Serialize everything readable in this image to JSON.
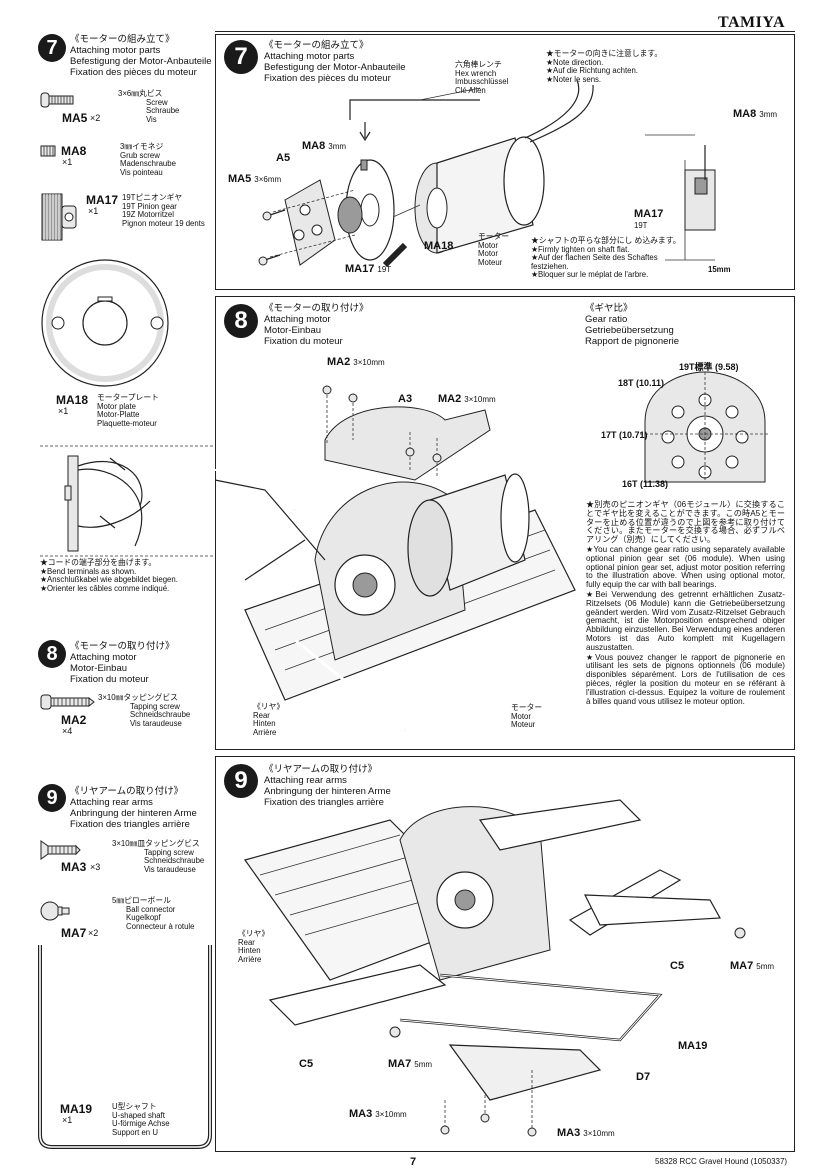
{
  "header": {
    "brand": "TAMIYA"
  },
  "footer": {
    "page_number": "7",
    "product": "58328  RCC Gravel Hound (1050337)"
  },
  "steps": {
    "s7": {
      "number": "7",
      "title_ja": "《モーターの組み立て》",
      "title_en": "Attaching motor parts",
      "title_de": "Befestigung der Motor-Anbauteile",
      "title_fr": "Fixation des pièces du moteur"
    },
    "s8": {
      "number": "8",
      "title_ja": "《モーターの取り付け》",
      "title_en": "Attaching motor",
      "title_de": "Motor-Einbau",
      "title_fr": "Fixation du moteur"
    },
    "s9": {
      "number": "9",
      "title_ja": "《リヤアームの取り付け》",
      "title_en": "Attaching rear arms",
      "title_de": "Anbringung der hinteren Arme",
      "title_fr": "Fixation des triangles arrière"
    }
  },
  "parts": {
    "ma5": {
      "code": "MA5",
      "qty": "×2",
      "ja": "3×6㎜丸ビス",
      "en": "Screw",
      "de": "Schraube",
      "fr": "Vis"
    },
    "ma8": {
      "code": "MA8",
      "qty": "×1",
      "ja": "3㎜イモネジ",
      "en": "Grub screw",
      "de": "Madenschraube",
      "fr": "Vis pointeau"
    },
    "ma17": {
      "code": "MA17",
      "qty": "×1",
      "ja": "19Tピニオンギヤ",
      "en": "19T Pinion gear",
      "de": "19Z Motorritzel",
      "fr": "Pignon moteur 19 dents"
    },
    "ma18": {
      "code": "MA18",
      "qty": "×1",
      "ja": "モータープレート",
      "en": "Motor plate",
      "de": "Motor-Platte",
      "fr": "Plaquette-moteur"
    },
    "ma2": {
      "code": "MA2",
      "qty": "×4",
      "ja": "3×10㎜タッピングビス",
      "en": "Tapping screw",
      "de": "Schneidschraube",
      "fr": "Vis taraudeuse"
    },
    "ma3": {
      "code": "MA3",
      "qty": "×3",
      "ja": "3×10㎜皿タッピングビス",
      "en": "Tapping screw",
      "de": "Schneidschraube",
      "fr": "Vis taraudeuse"
    },
    "ma7": {
      "code": "MA7",
      "qty": "×2",
      "ja": "5㎜ピローボール",
      "en": "Ball connector",
      "de": "Kugelkopf",
      "fr": "Connecteur à rotule"
    },
    "ma19": {
      "code": "MA19",
      "qty": "×1",
      "ja": "U型シャフト",
      "en": "U-shaped shaft",
      "de": "U-förmige Achse",
      "fr": "Support en U"
    }
  },
  "bend_note": {
    "ja": "★コードの端子部分を曲げます。",
    "en": "★Bend terminals as shown.",
    "de": "★Anschlußkabel wie abgebildet biegen.",
    "fr": "★Orienter les câbles comme indiqué."
  },
  "panel7": {
    "hex_wrench": {
      "ja": "六角棒レンチ",
      "en": "Hex wrench",
      "de": "Imbusschlüssel",
      "fr": "Clé Allen"
    },
    "direction_note": {
      "ja": "★モーターの向きに注意します。",
      "en": "★Note direction.",
      "de": "★Auf die Richtung achten.",
      "fr": "★Noter le sens."
    },
    "motor": {
      "ja": "モーター",
      "en": "Motor",
      "de": "Motor",
      "fr": "Moteur"
    },
    "shaft_note": {
      "ja": "★シャフトの平らな部分にし め込みます。",
      "en": "★Firmly tighten on shaft flat.",
      "de": "★Auf der flachen Seite des Schaftes festziehen.",
      "fr": "★Bloquer sur le méplat de l'arbre."
    },
    "labels": {
      "ma8": "MA8",
      "ma8_size": "3mm",
      "a5": "A5",
      "ma5": "MA5",
      "ma5_size": "3×6mm",
      "ma18": "MA18",
      "ma17": "MA17",
      "ma17_size": "19T",
      "detail_ma8": "MA8",
      "detail_ma8_size": "3mm",
      "detail_ma17": "MA17",
      "detail_ma17_size": "19T",
      "gap": "15mm"
    }
  },
  "panel8": {
    "labels": {
      "ma2_left": "MA2",
      "ma2_left_size": "3×10mm",
      "a3": "A3",
      "ma2_right": "MA2",
      "ma2_right_size": "3×10mm"
    },
    "rear": {
      "ja": "《リヤ》",
      "en": "Rear",
      "de": "Hinten",
      "fr": "Arrière"
    },
    "motor": {
      "ja": "モーター",
      "en": "Motor",
      "fr": "Moteur"
    },
    "gear_ratio": {
      "ja": "《ギヤ比》",
      "en": "Gear ratio",
      "de": "Getriebeübersetzung",
      "fr": "Rapport de pignonerie",
      "std": "19T標準 (9.58)",
      "t18": "18T (10.11)",
      "t17": "17T (10.71)",
      "t16": "16T (11.38)"
    },
    "notes": {
      "ja": "★別売のピニオンギヤ（06モジュール）に交換することでギヤ比を変えることができます。この時A5とモーターを止める位置が違うので上図を参考に取り付けてください。またモーターを交換する場合、必ずフルベアリング（別売）にしてください。",
      "en": "★You can change gear ratio using separately available optional pinion gear set (06 module). When using optional pinion gear set, adjust motor position referring to the illustration above. When using optional motor, fully equip the car with ball bearings.",
      "de": "★Bei Verwendung des getrennt erhältlichen Zusatz-Ritzelsets (06 Module) kann die Getriebeübersetzung geändert werden. Wird vom Zusatz-Ritzelset Gebrauch gemacht, ist die Motorposition entsprechend obiger Abbildung einzustellen. Bei Verwendung eines anderen Motors ist das Auto komplett mit Kugellagern auszustatten.",
      "fr": "★Vous pouvez changer le rapport de pignonerie en utilisant les sets de pignons optionnels (06 module) disponibles séparément. Lors de l'utilisation de ces pièces, régler la position du moteur en se référant à l'illustration ci-dessus. Equipez la voiture de roulement à billes quand vous utilisez le moteur option."
    }
  },
  "panel9": {
    "rear": {
      "ja": "《リヤ》",
      "en": "Rear",
      "de": "Hinten",
      "fr": "Arrière"
    },
    "labels": {
      "c5_right": "C5",
      "ma7_right": "MA7",
      "ma7_right_size": "5mm",
      "ma19": "MA19",
      "c5_left": "C5",
      "ma7_left": "MA7",
      "ma7_left_size": "5mm",
      "d7": "D7",
      "ma3_left": "MA3",
      "ma3_left_size": "3×10mm",
      "ma3_right": "MA3",
      "ma3_right_size": "3×10mm"
    }
  }
}
